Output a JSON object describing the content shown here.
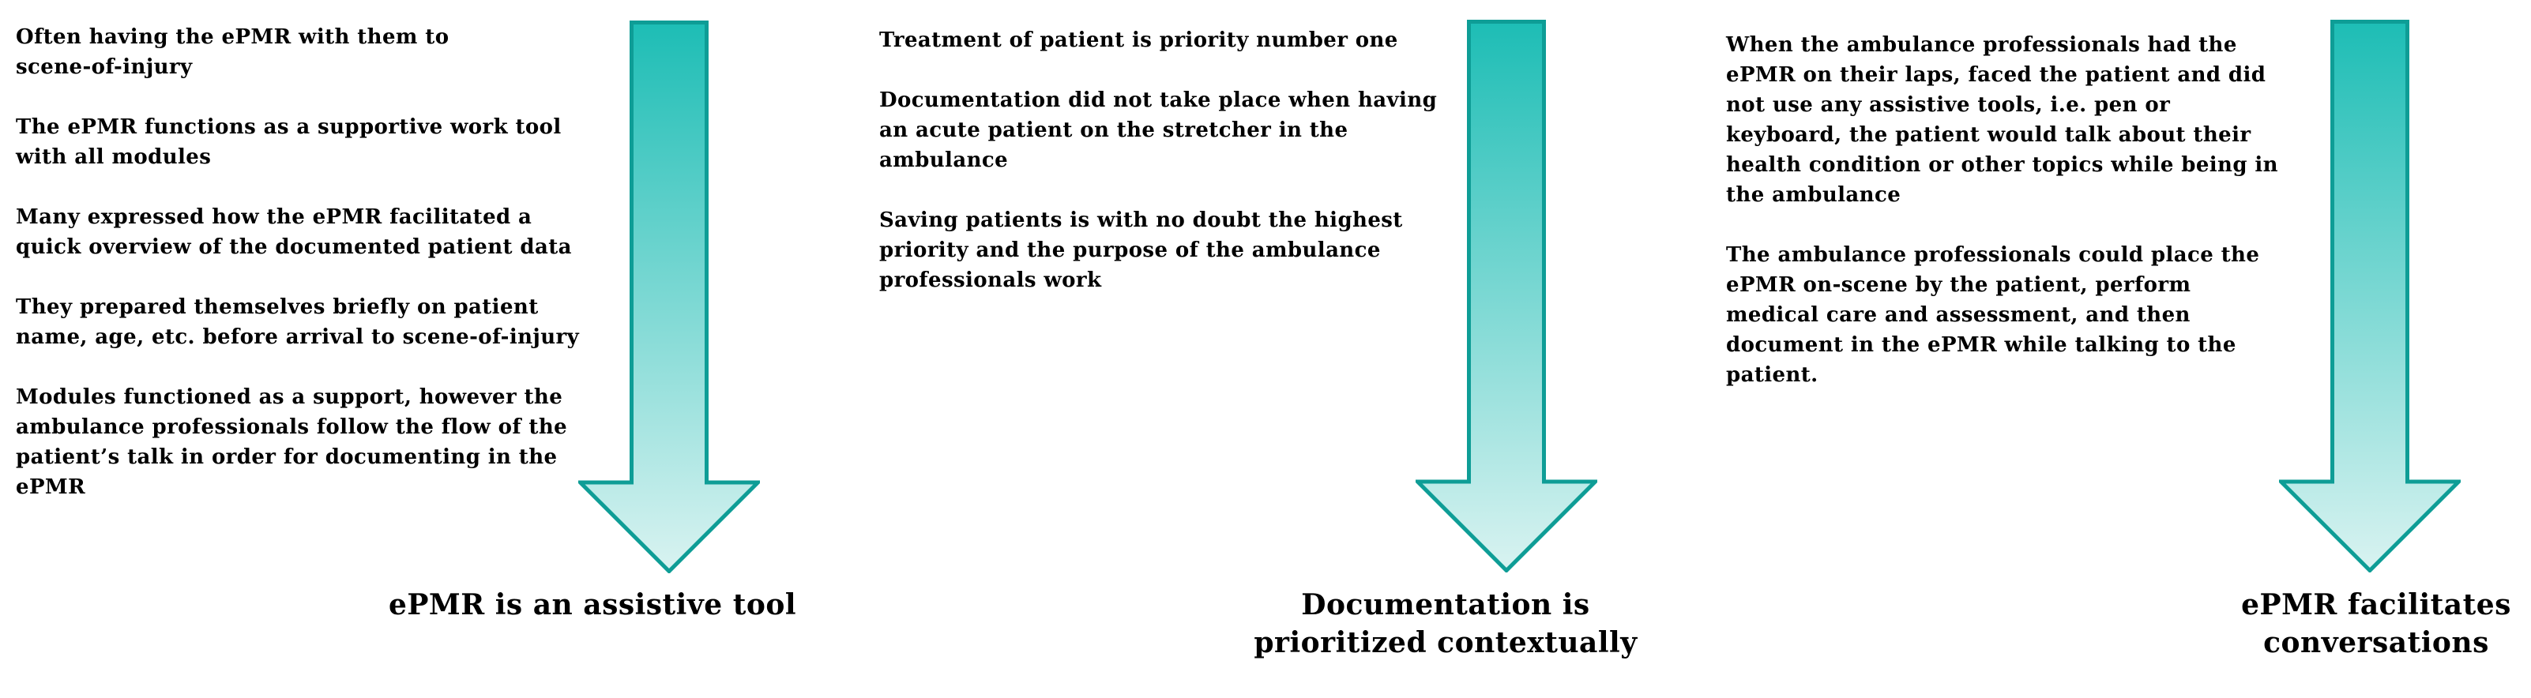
{
  "colors": {
    "background": "#ffffff",
    "text": "#000000",
    "arrow_gradient_top": "#1dbdb5",
    "arrow_gradient_bottom": "#d9f3f1",
    "arrow_border": "#0e9d96"
  },
  "columns": [
    {
      "paragraphs": [
        [
          "Often having the ePMR with them to",
          "scene-of-injury"
        ],
        [
          "The ePMR functions as a supportive work tool",
          "with all modules"
        ],
        [
          "Many expressed how the ePMR facilitated a",
          "quick overview of the documented patient data"
        ],
        [
          "They prepared themselves briefly on patient",
          "name, age, etc. before arrival to scene-of-injury"
        ],
        [
          "Modules functioned as a support, however the",
          "ambulance professionals follow the flow of the",
          "patient’s talk in order for documenting in the",
          "ePMR"
        ]
      ],
      "arrow_icon": "down-arrow",
      "label": [
        "ePMR is an assistive tool"
      ]
    },
    {
      "paragraphs": [
        [
          "Treatment of patient is priority number one"
        ],
        [
          "Documentation did not take place when having",
          "an acute patient on the stretcher in the",
          "ambulance"
        ],
        [
          "Saving patients is with no doubt the highest",
          "priority and the purpose of the ambulance",
          "professionals work"
        ]
      ],
      "arrow_icon": "down-arrow",
      "label": [
        "Documentation is",
        "prioritized contextually"
      ]
    },
    {
      "paragraphs": [
        [
          "When the ambulance professionals had the",
          "ePMR on their laps, faced the patient and did",
          "not use any assistive tools, i.e. pen or",
          "keyboard, the patient would talk about their",
          "health condition or other topics while being in",
          "the ambulance"
        ],
        [
          "The ambulance professionals could place the",
          "ePMR on-scene by the patient, perform",
          "medical care and assessment, and then",
          "document in the ePMR while talking to the",
          "patient."
        ]
      ],
      "arrow_icon": "down-arrow",
      "label": [
        "ePMR facilitates",
        "conversations"
      ]
    }
  ]
}
